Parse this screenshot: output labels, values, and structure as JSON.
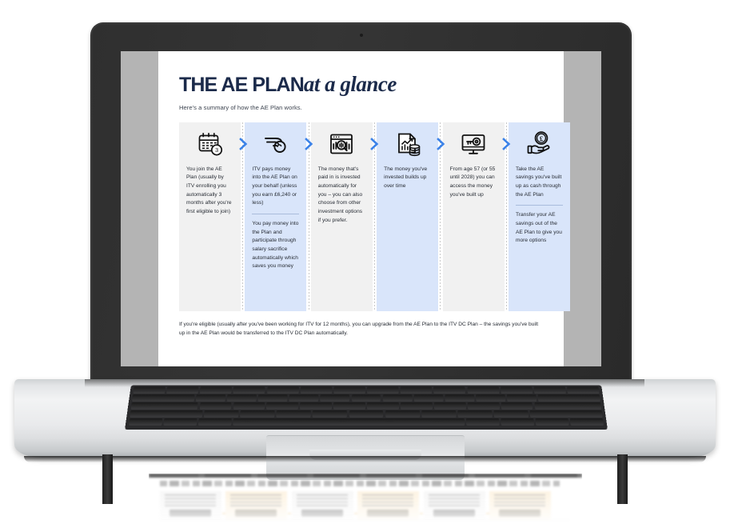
{
  "device": {
    "kind": "laptop-mockup",
    "bezel_color": "#2f2f2f",
    "body_color": "#e9eaec"
  },
  "slide": {
    "title_bold": "THE AE PLAN",
    "title_italic": "at a glance",
    "subtitle": "Here's a summary of how the AE Plan works.",
    "accent_blue": "#3b82e8",
    "column_blue": "#d9e5fa",
    "column_gray": "#f1f1f1",
    "title_color": "#1b2a4a",
    "footer": "If you're eligible (usually after you've been working for ITV for 12 months), you can upgrade from the AE Plan to the ITV DC Plan – the savings you've built up in the AE Plan would be transferred to the ITV DC Plan automatically.",
    "steps": [
      {
        "icon": "calendar-3-icon",
        "tone": "gray",
        "paragraphs": [
          "You join the AE Plan (usually by ITV enrolling you automatically 3 months after you're first eligible to join)"
        ]
      },
      {
        "icon": "hand-coin-icon",
        "tone": "blue",
        "paragraphs": [
          "ITV pays money into the AE Plan on your behalf (unless you earn £6,240 or less)",
          "You pay money into the Plan and participate through salary sacrifice automatically which saves you money"
        ]
      },
      {
        "icon": "browser-chart-search-icon",
        "tone": "gray",
        "paragraphs": [
          "The money that's paid in is invested automatically for you – you can also choose from other investment options if you prefer."
        ]
      },
      {
        "icon": "growth-document-coins-icon",
        "tone": "blue",
        "paragraphs": [
          "The money you've invested builds up over time"
        ]
      },
      {
        "icon": "monitor-key-icon",
        "tone": "gray",
        "paragraphs": [
          "From age 57 (or 55 until 2028) you can access the money you've built up"
        ]
      },
      {
        "icon": "hand-pound-icon",
        "tone": "blue",
        "paragraphs": [
          "Take the AE savings you've built up as cash through the AE Plan",
          "Transfer your AE savings out of the AE Plan to give you more options"
        ]
      }
    ],
    "chevrons": [
      "chevron-right-icon",
      "chevron-right-icon",
      "chevron-right-icon",
      "chevron-right-icon",
      "chevron-right-icon"
    ]
  }
}
